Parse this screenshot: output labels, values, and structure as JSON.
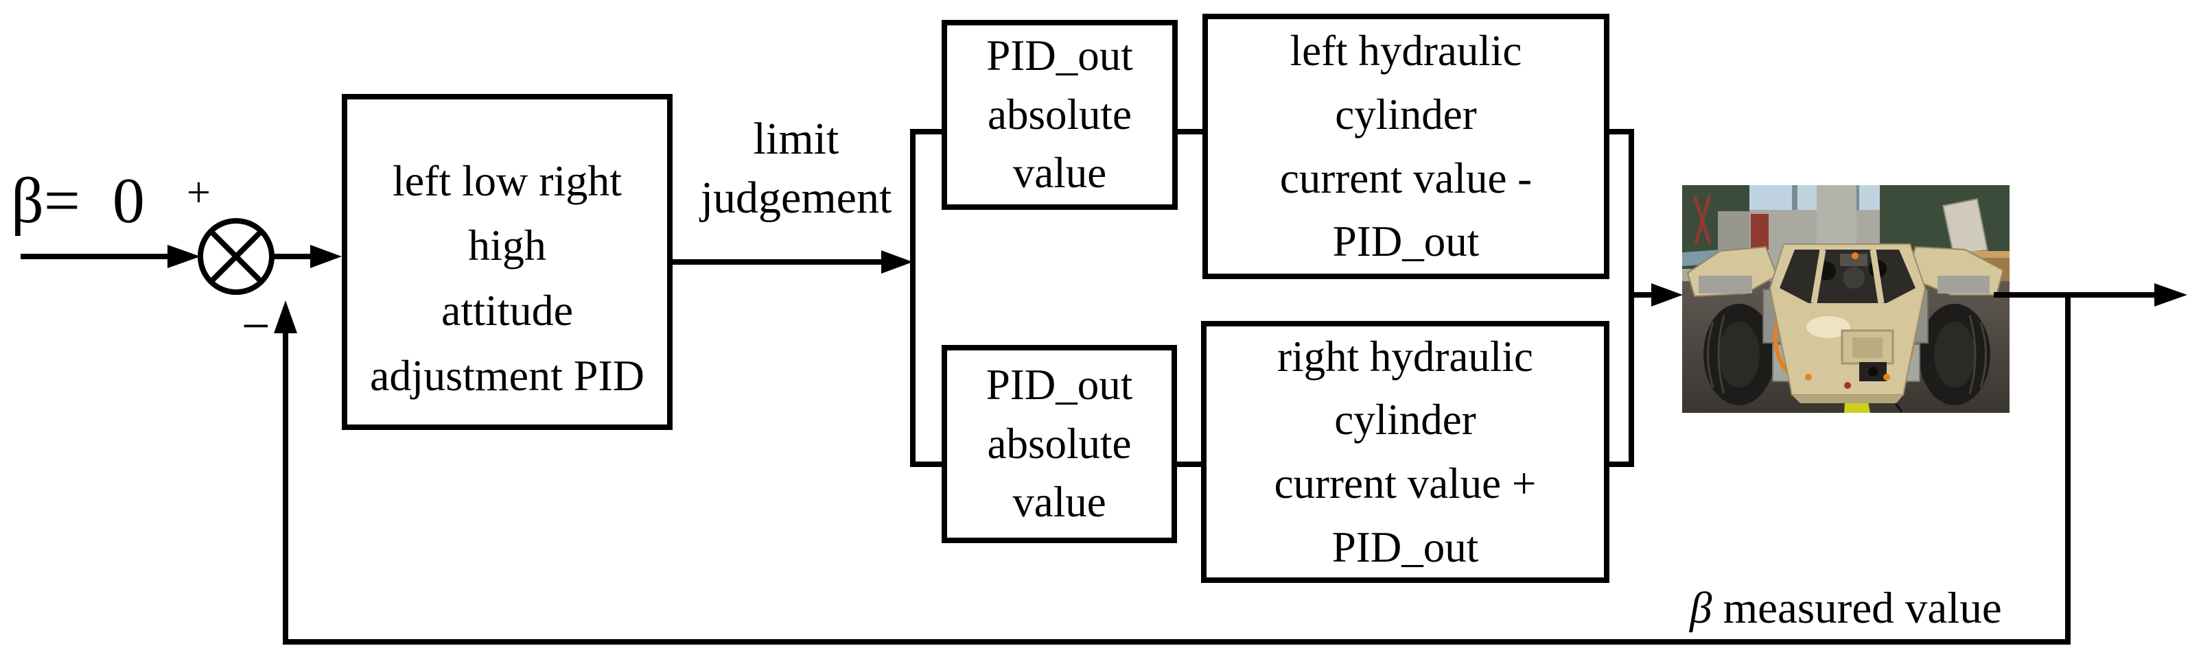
{
  "colors": {
    "ink": "#000000",
    "bg": "#ffffff",
    "wall": "#3c4c3a",
    "window": "#bfd4e0",
    "concrete": "#a9a9a1",
    "floor_top": "#5e5850",
    "floor_bottom": "#3a3631",
    "yellow": "#ccd01b",
    "body": "#d6c69c",
    "body_light": "#efe4c2",
    "interior": "#2c2b27",
    "tire": "#1d1c1a",
    "orange": "#e5821f",
    "metal": "#a2a29c",
    "wood": "#9c7a45",
    "red": "#8e3a31",
    "table_blue": "#7e99a4"
  },
  "labels": {
    "input": "β=  0",
    "plus": "+",
    "minus": "−",
    "limit_judgement": "limit\njudgement",
    "feedback_beta": "β",
    "feedback_text": " measured value"
  },
  "blocks": {
    "pid": "left low right\nhigh\nattitude\nadjustment PID",
    "abs_top": "PID_out\nabsolute\nvalue",
    "abs_bottom": "PID_out\nabsolute\nvalue",
    "cyl_left": "left hydraulic\ncylinder\ncurrent value -\nPID_out",
    "cyl_right": "right hydraulic\ncylinder\ncurrent value +\nPID_out"
  },
  "photo": {
    "name": "vehicle-prototype-photo",
    "description": "tan prototype vehicle chassis with exposed hydraulics and orange cables in a workshop"
  }
}
